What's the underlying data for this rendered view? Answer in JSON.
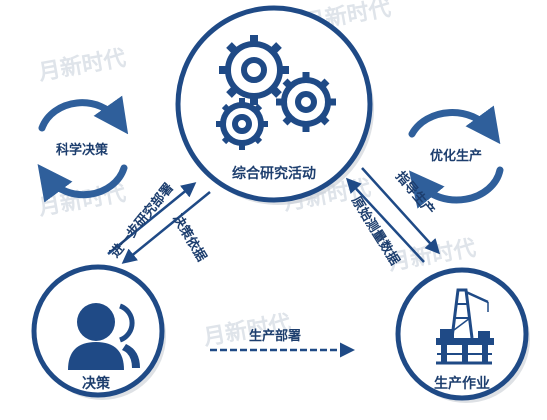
{
  "colors": {
    "primary": "#1f4a86",
    "dark": "#1d3e6e",
    "loop": "#2f5f9b",
    "shadow": "#c8cdd4",
    "watermark": "#dfe4ea"
  },
  "watermark": {
    "text": "月新时代"
  },
  "nodes": {
    "research": {
      "label": "综合研究活动",
      "icon": "gears-icon"
    },
    "decision": {
      "label": "决策",
      "icon": "people-icon"
    },
    "production": {
      "label": "生产作业",
      "icon": "oil-platform-icon"
    }
  },
  "loops": {
    "left": {
      "label": "科学决策"
    },
    "right": {
      "label": "优化生产"
    }
  },
  "flows": {
    "research_to_decision": "决策依据",
    "decision_to_research": "进一步研究部署",
    "decision_to_production": "生产部署",
    "production_to_research": "原始测量数据",
    "research_to_production": "指导生产"
  }
}
